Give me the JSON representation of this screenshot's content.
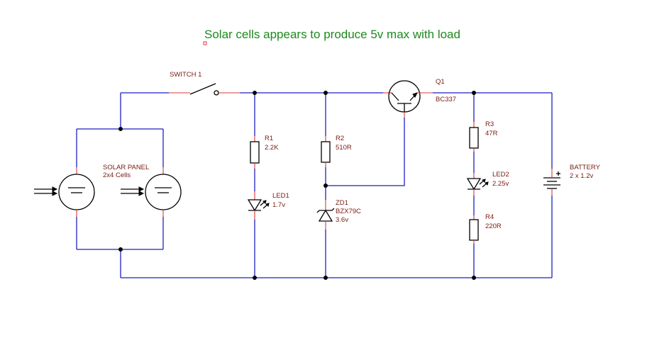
{
  "title": "Solar cells appears to produce 5v max with load",
  "components": {
    "switch": {
      "ref": "SWITCH 1"
    },
    "r1": {
      "ref": "R1",
      "value": "2.2K"
    },
    "r2": {
      "ref": "R2",
      "value": "510R"
    },
    "r3": {
      "ref": "R3",
      "value": "47R"
    },
    "r4": {
      "ref": "R4",
      "value": "220R"
    },
    "led1": {
      "ref": "LED1",
      "value": "1.7v"
    },
    "led2": {
      "ref": "LED2",
      "value": "2.25v"
    },
    "zd1": {
      "ref": "ZD1",
      "part": "BZX79C",
      "value": "3.6v"
    },
    "q1": {
      "ref": "Q1",
      "part": "BC337"
    },
    "solar_panel": {
      "ref": "SOLAR PANEL",
      "value": "2x4 Cells"
    },
    "battery": {
      "ref": "BATTERY",
      "value": "2 x 1.2v"
    }
  },
  "colors": {
    "wire": "#1f1fc4",
    "pin": "#d83a3a",
    "symbol": "#000000",
    "label": "#7a1a12",
    "title": "#1d8a1d"
  }
}
